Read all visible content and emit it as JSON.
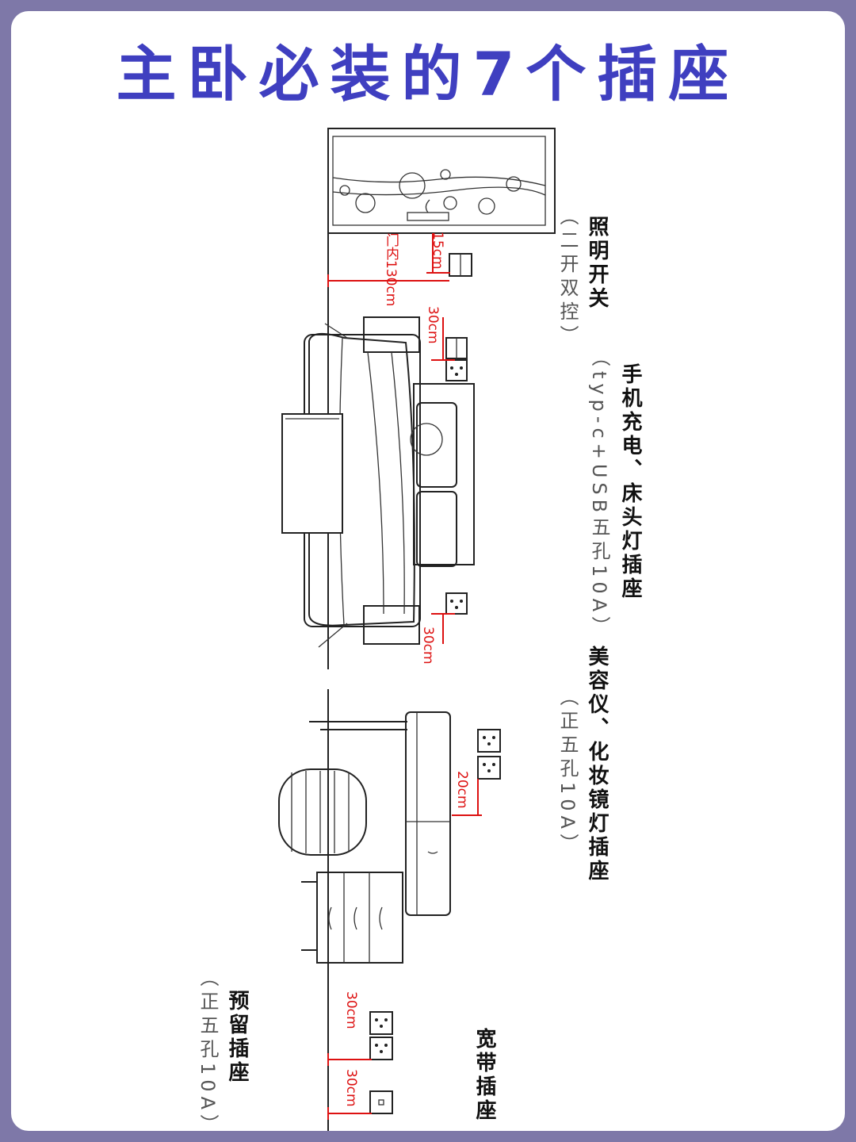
{
  "title": "主卧必装的7个插座",
  "labels": {
    "lighting_switch": "照明开关",
    "lighting_switch_note": "（二开双控）",
    "bedside": "手机充电、床头灯插座",
    "bedside_note": "（typ-c+USB五孔10A）",
    "vanity": "美容仪、化妆镜灯插座",
    "vanity_note": "（正五孔10A）",
    "reserved": "预留插座",
    "reserved_note": "（正五孔10A）",
    "broadband": "宽带插座"
  },
  "dimensions": {
    "switch_height": "15cm",
    "door_offset": "门内130cm",
    "bedside_top": "30cm",
    "bedside_bottom": "30cm",
    "vanity_height": "20cm",
    "reserved_height": "30cm",
    "broadband_height": "30cm"
  },
  "colors": {
    "background": "#7e78a8",
    "title": "#3f3fc0",
    "dimension": "#dd1111"
  }
}
